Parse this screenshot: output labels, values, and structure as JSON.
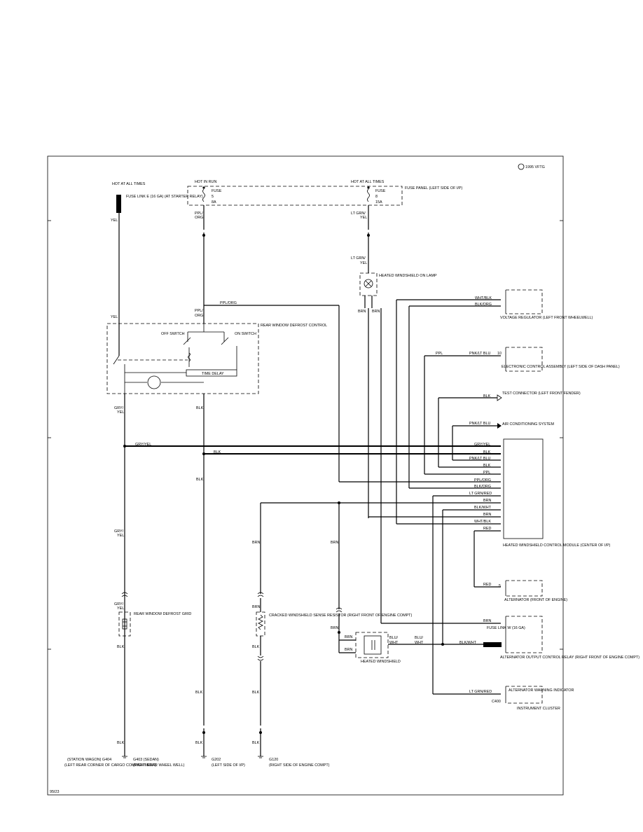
{
  "copyright": "1995 VFTG",
  "figure_id": "95I23",
  "power": {
    "hot_at_all_times_left": "HOT AT ALL TIMES",
    "fuse_link_e": "FUSE LINK E (16 GA) (AT STARTER RELAY)",
    "hot_in_run": "HOT IN RUN",
    "fuse5_label": "FUSE",
    "fuse5_num": "5",
    "fuse5_amp": "8A",
    "hot_at_all_times_right": "HOT AT ALL TIMES",
    "fuse8_label": "FUSE",
    "fuse8_num": "8",
    "fuse8_amp": "15A",
    "fuse_panel": "FUSE PANEL (LEFT SIDE OF I/P)"
  },
  "components": {
    "rear_defrost_control": "REAR WINDOW DEFROST CONTROL",
    "off_switch": "OFF SWITCH",
    "on_switch": "ON SWITCH",
    "time_delay": "TIME DELAY",
    "heated_on_lamp": "HEATED WINDSHIELD ON LAMP",
    "voltage_regulator": "VOLTAGE REGULATOR (LEFT FRONT WHEELWELL)",
    "electronic_control": "ELECTRONIC CONTROL ASSEMBLY (LEFT SIDE OF DASH PANEL)",
    "test_connector": "TEST CONNECTOR (LEFT FRONT FENDER)",
    "air_conditioning": "AIR CONDITIONING SYSTEM",
    "hw_control_module": "HEATED WINDSHIELD CONTROL MODULE (CENTER OF I/P)",
    "alternator": "ALTERNATOR (FRONT OF ENGINE)",
    "fuse_link_w": "FUSE LINK W (16 GA)",
    "alt_output_relay": "ALTERNATOR OUTPUT CONTROL RELAY (RIGHT FRONT OF ENGINE COMPT)",
    "alt_warning": "ALTERNATOR WARNING INDICATOR",
    "instrument_cluster": "INSTRUMENT CLUSTER",
    "rear_defrost_grid": "REAR WINDOW DEFROST GRID",
    "cracked_sensor": "CRACKED WINDSHIELD SENSE RESISTOR (RIGHT FRONT OF ENGINE COMPT)",
    "heated_windshield": "HEATED WINDSHIELD",
    "connector_c400": "C400"
  },
  "grounds": {
    "g404": "(STATION WAGON)  G404",
    "g404_loc": "(LEFT REAR CORNER OF CARGO COMPARTMENT)",
    "g403": "G403  (SEDAN)",
    "g403_loc": "(RIGHT REAR WHEEL WELL)",
    "g202": "G202",
    "g202_loc": "(LEFT SIDE OF I/P)",
    "g120": "G120",
    "g120_loc": "(RIGHT SIDE OF ENGINE COMPT)"
  },
  "wires": {
    "yel": "YEL",
    "ppl": "PPL/",
    "org": "ORG",
    "ppl_org": "PPL/ORG",
    "lt_grn": "LT GRN/",
    "lt_grn_yel": "YEL",
    "brn": "BRN",
    "blk": "BLK",
    "gry": "GRY/",
    "gry_yel": "GRY/YEL",
    "wht_blk": "WHT/BLK",
    "blk_org": "BLK/ORG",
    "pnk_lt_blu": "PNK/LT BLU",
    "ppl_short": "PPL",
    "lt_grn_red": "LT GRN/RED",
    "blk_wht": "BLK/WHT",
    "blu_wht": "BLU/WHT",
    "blu": "BLU/",
    "wht": "WHT",
    "red": "RED",
    "pin_10": "10",
    "pin_5": "5"
  }
}
